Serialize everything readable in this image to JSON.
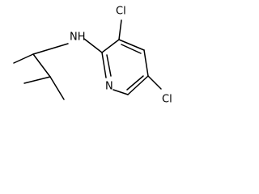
{
  "molecule": {
    "atoms": {
      "cl_top": "Cl",
      "amine": "NH",
      "ring_nitrogen": "N",
      "cl_bottom": "Cl"
    },
    "bond_color": "#000000",
    "label_color": "#000000",
    "background": "#ffffff"
  }
}
